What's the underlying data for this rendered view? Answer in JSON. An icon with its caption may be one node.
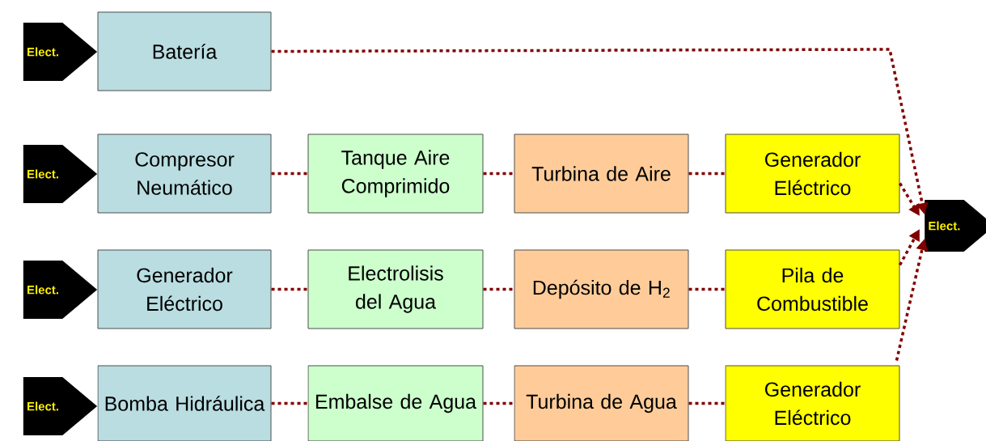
{
  "diagram": {
    "nodes": [
      {
        "text": [
          "Elect."
        ]
      },
      {
        "text": [
          "Batería"
        ]
      },
      {
        "text": [
          "Elect."
        ]
      },
      {
        "text": [
          "Compresor Neumático"
        ]
      },
      {
        "text": [
          "Tanque Aire Comprimido"
        ]
      },
      {
        "text": [
          "Turbina de Aire"
        ]
      },
      {
        "text": [
          "Generador Eléctrico"
        ]
      },
      {
        "text": [
          "Elect."
        ]
      },
      {
        "text": [
          "Generador Eléctrico"
        ]
      },
      {
        "text": [
          "Electrolisis del Agua"
        ]
      },
      {
        "text": [
          "Depósito de H$_{2}$"
        ]
      },
      {
        "text": [
          "Pila de Combustible"
        ]
      },
      {
        "text": [
          "Elect."
        ]
      },
      {
        "text": [
          "Bomba Hidráulica"
        ]
      },
      {
        "text": [
          "Embalse de Agua"
        ]
      },
      {
        "text": [
          "Turbina de Agua"
        ]
      },
      {
        "text": [
          "Generador Eléctrico"
        ]
      },
      {
        "text": [
          "Elect."
        ]
      }
    ],
    "edges": [
      {
        "from": 1,
        "to": 17,
        "arrow": "to"
      },
      {
        "from": 3,
        "to": 4,
        "arrow": "none"
      },
      {
        "from": 4,
        "to": 5,
        "arrow": "none"
      },
      {
        "from": 5,
        "to": 6,
        "arrow": "none"
      },
      {
        "from": 6,
        "to": 17,
        "arrow": "to"
      },
      {
        "from": 8,
        "to": 9,
        "arrow": "none"
      },
      {
        "from": 9,
        "to": 10,
        "arrow": "none"
      },
      {
        "from": 10,
        "to": 11,
        "arrow": "none"
      },
      {
        "from": 11,
        "to": 17,
        "arrow": "to"
      },
      {
        "from": 13,
        "to": 14,
        "arrow": "none"
      },
      {
        "from": 14,
        "to": 15,
        "arrow": "none"
      },
      {
        "from": 15,
        "to": 16,
        "arrow": "none"
      },
      {
        "from": 16,
        "to": 17,
        "arrow": "to"
      }
    ]
  }
}
